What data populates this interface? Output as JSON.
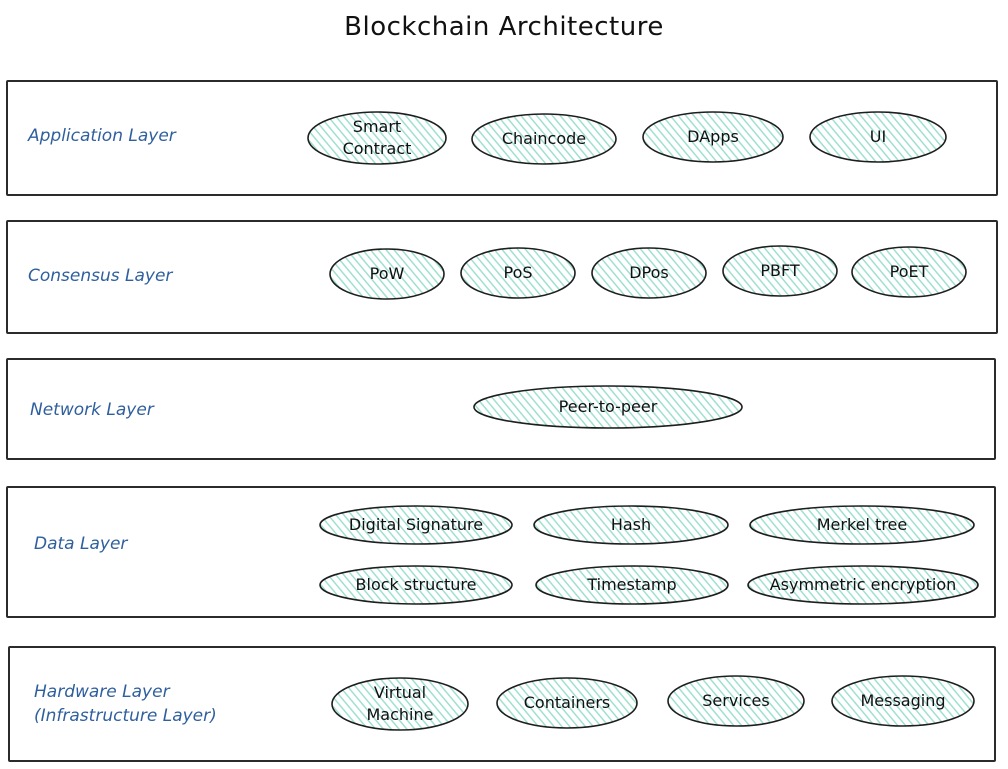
{
  "title": "Blockchain Architecture",
  "colors": {
    "node_fill": "#b2f2e2",
    "node_stroke": "#1e1e1e",
    "label": "#2f5f9e",
    "frame": "#2b2b2b"
  },
  "layers": [
    {
      "label": "Application Layer",
      "nodes": [
        "Smart\nContract",
        "Chaincode",
        "DApps",
        "UI"
      ]
    },
    {
      "label": "Consensus Layer",
      "nodes": [
        "PoW",
        "PoS",
        "DPos",
        "PBFT",
        "PoET"
      ]
    },
    {
      "label": "Network Layer",
      "nodes": [
        "Peer-to-peer"
      ]
    },
    {
      "label": "Data Layer",
      "nodes": [
        "Digital Signature",
        "Hash",
        "Merkel tree",
        "Block structure",
        "Timestamp",
        "Asymmetric encryption"
      ]
    },
    {
      "label": "Hardware Layer\n(Infrastructure Layer)",
      "nodes": [
        "Virtual\nMachine",
        "Containers",
        "Services",
        "Messaging"
      ]
    }
  ]
}
